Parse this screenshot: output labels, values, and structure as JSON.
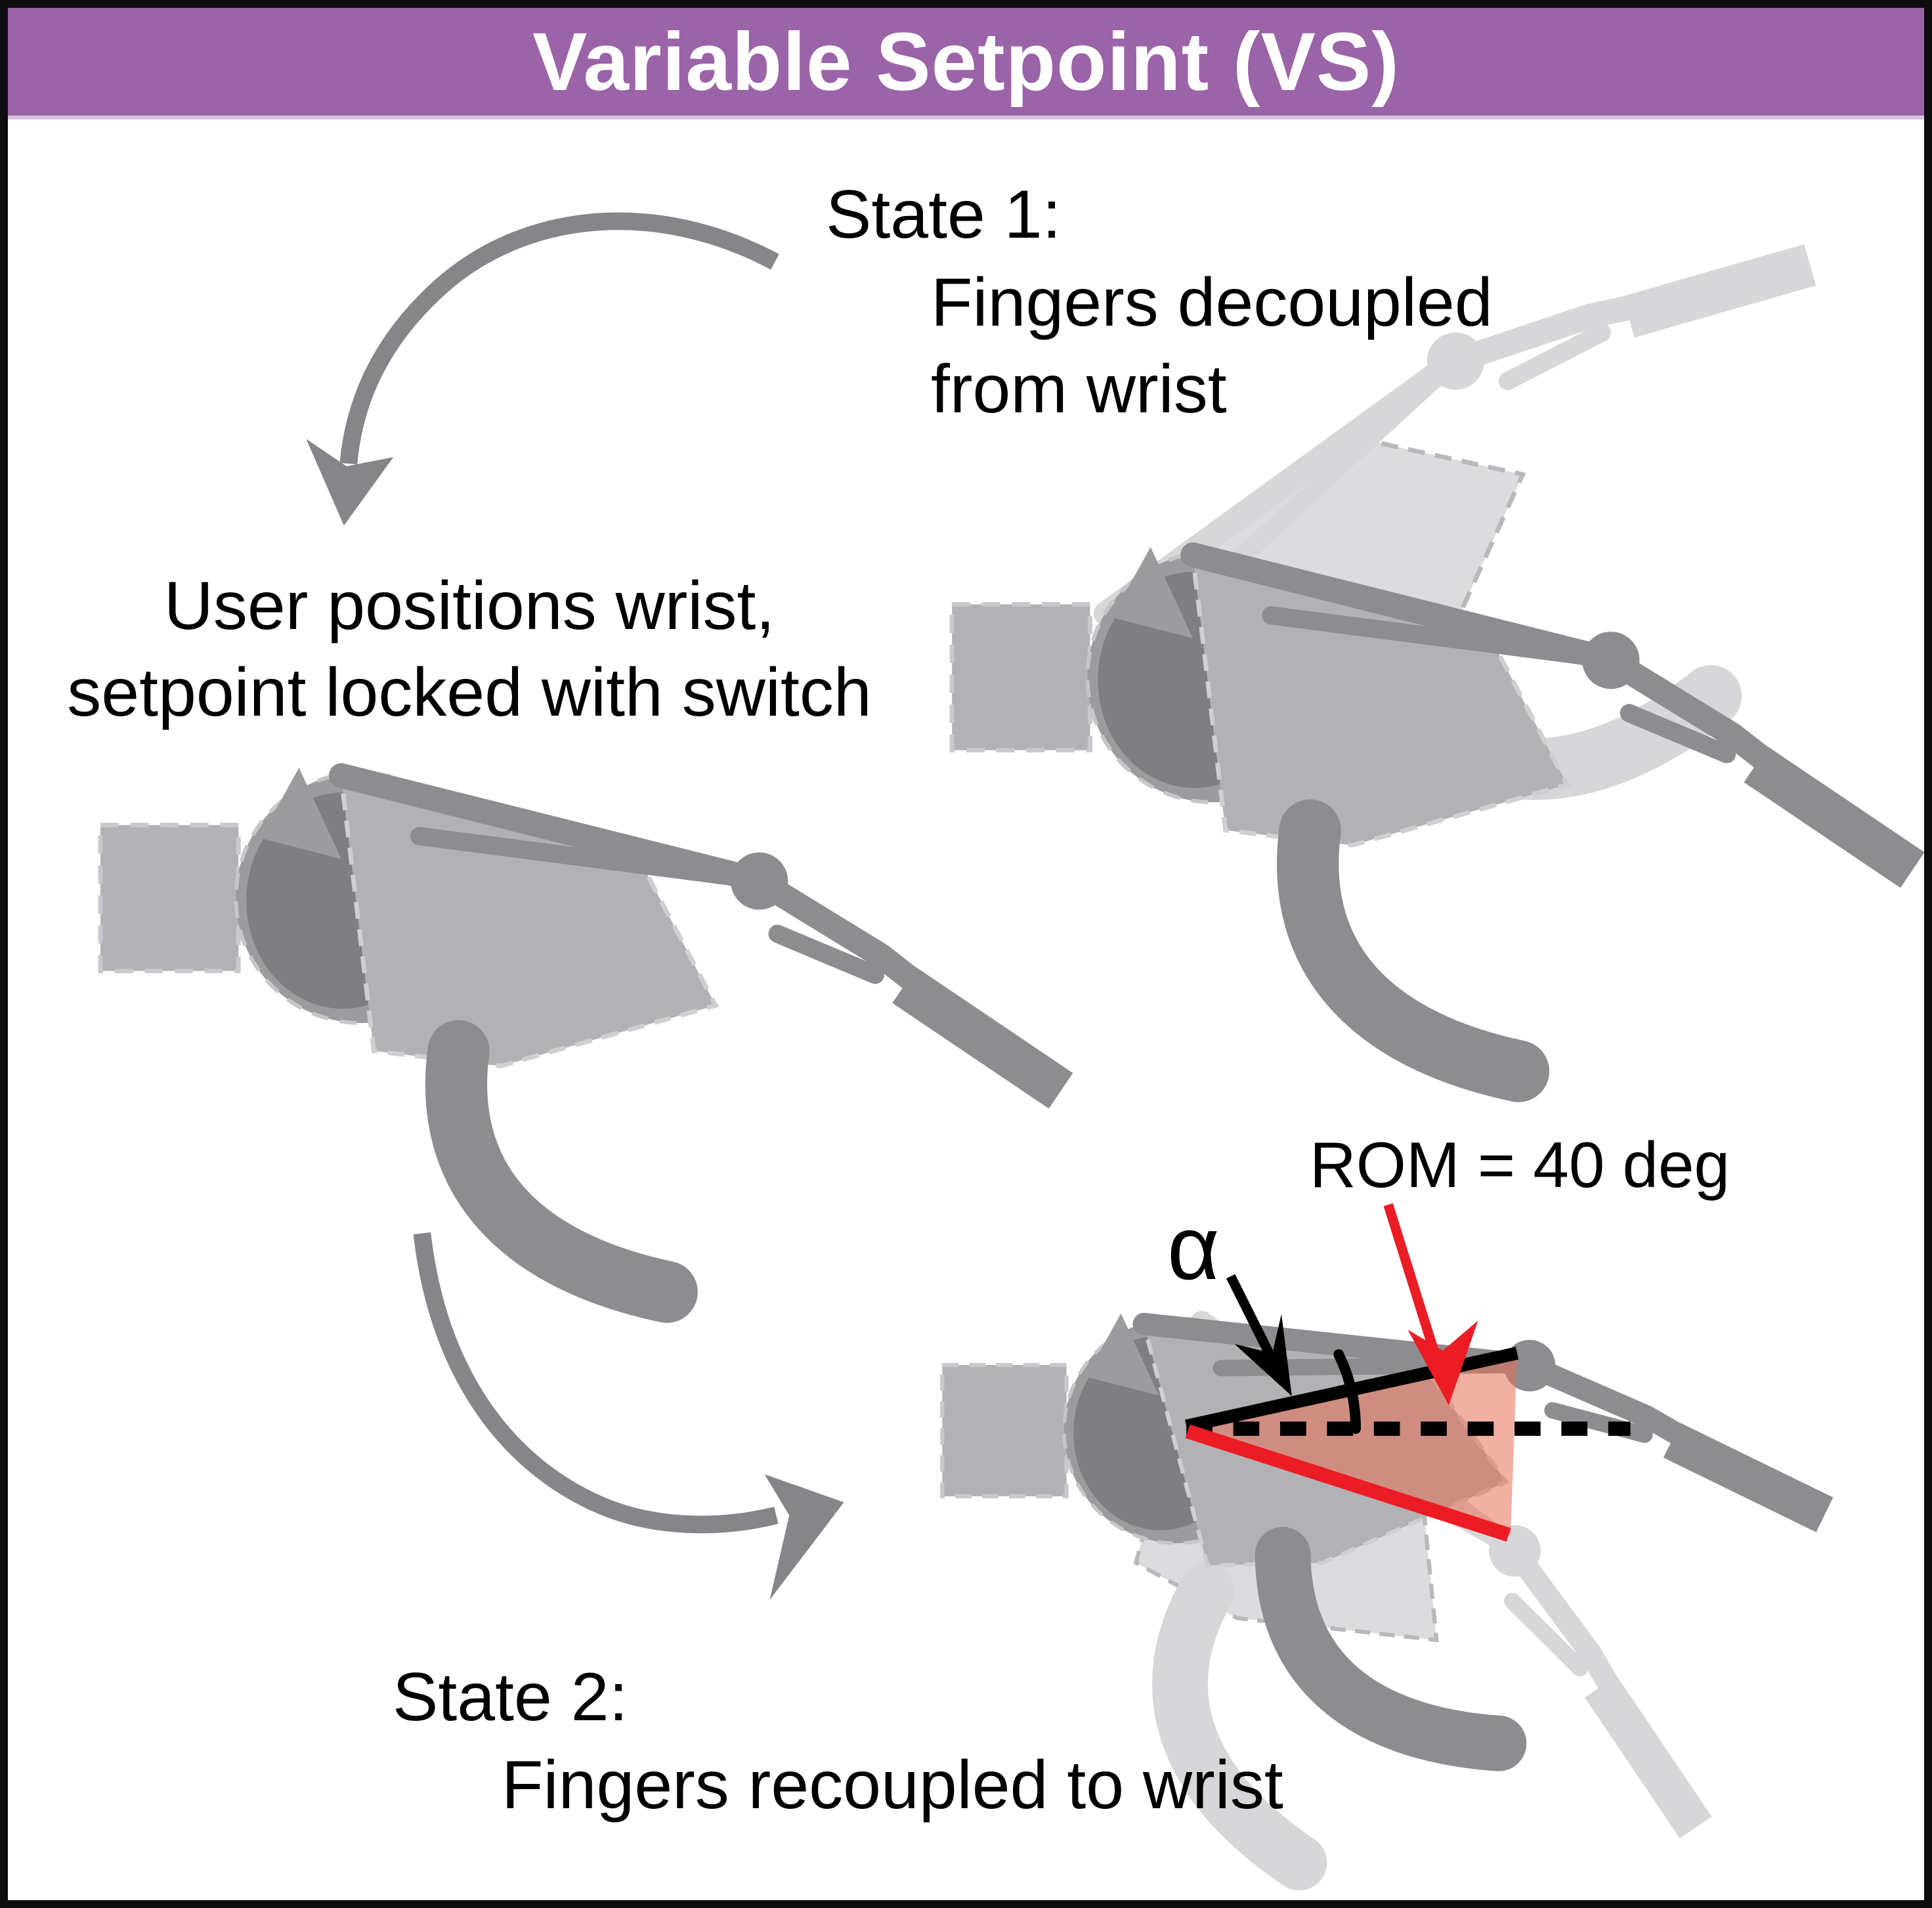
{
  "title": "Variable Setpoint (VS)",
  "labels": {
    "state1_heading": "State 1:",
    "state1_line1": "Fingers decoupled",
    "state1_line2": "from wrist",
    "user_line1": "User positions wrist,",
    "user_line2": "setpoint locked with switch",
    "state2_heading": "State 2:",
    "state2_line1": "Fingers recoupled to wrist",
    "rom": "ROM = 40 deg",
    "alpha": "α"
  },
  "figure": {
    "rom_value_deg": 40,
    "angle_symbol": "α",
    "states": [
      "Fingers decoupled from wrist",
      "Fingers recoupled to wrist"
    ]
  },
  "colors": {
    "header_purple": "#9b63a8",
    "header_purple_light": "#d7c3e0",
    "border_black": "#0d0d0d",
    "annotation_red": "#ec1c24",
    "rom_wedge_fill": "#e76f56",
    "mechanism_dark_gray": "#8c8c91",
    "mechanism_mid_gray": "#b2b2b6",
    "mechanism_ball_gray": "#9c9ca0",
    "mechanism_blob_gray": "#7e7e83",
    "ghost_gray": "#d7d7da",
    "arrow_gray": "#85858a"
  },
  "icons": {
    "arrow_top": "curved-arrow-down-left-icon",
    "arrow_bottom": "curved-arrow-right-icon",
    "rom_pointer": "red-arrow-icon",
    "alpha_pointer": "black-arrow-icon"
  }
}
